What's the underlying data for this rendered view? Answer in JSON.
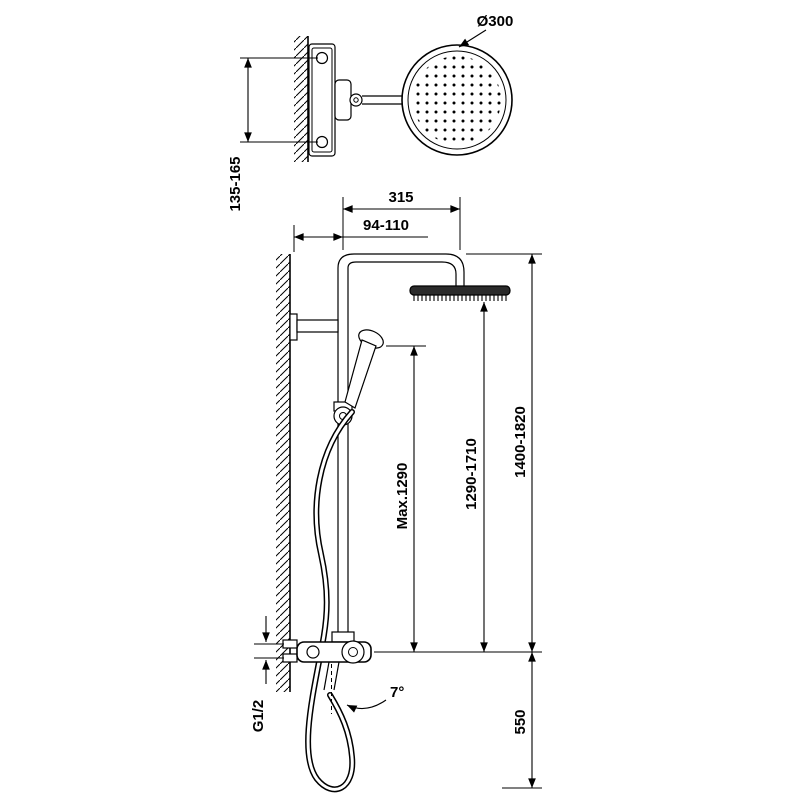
{
  "drawing": {
    "type": "shower-column-installation-diagram",
    "colors": {
      "ink": "#000000",
      "background": "#ffffff"
    },
    "labels": {
      "head_diameter": "Ø300",
      "inlet_centers": "135-165",
      "arm_projection": "315",
      "wall_offset": "94-110",
      "handset_max_height": "Max.1290",
      "column_height_range": "1290-1710",
      "total_height_range": "1400-1820",
      "outlet_angle": "7°",
      "connection_thread": "G1/2",
      "mixer_height": "550"
    }
  }
}
